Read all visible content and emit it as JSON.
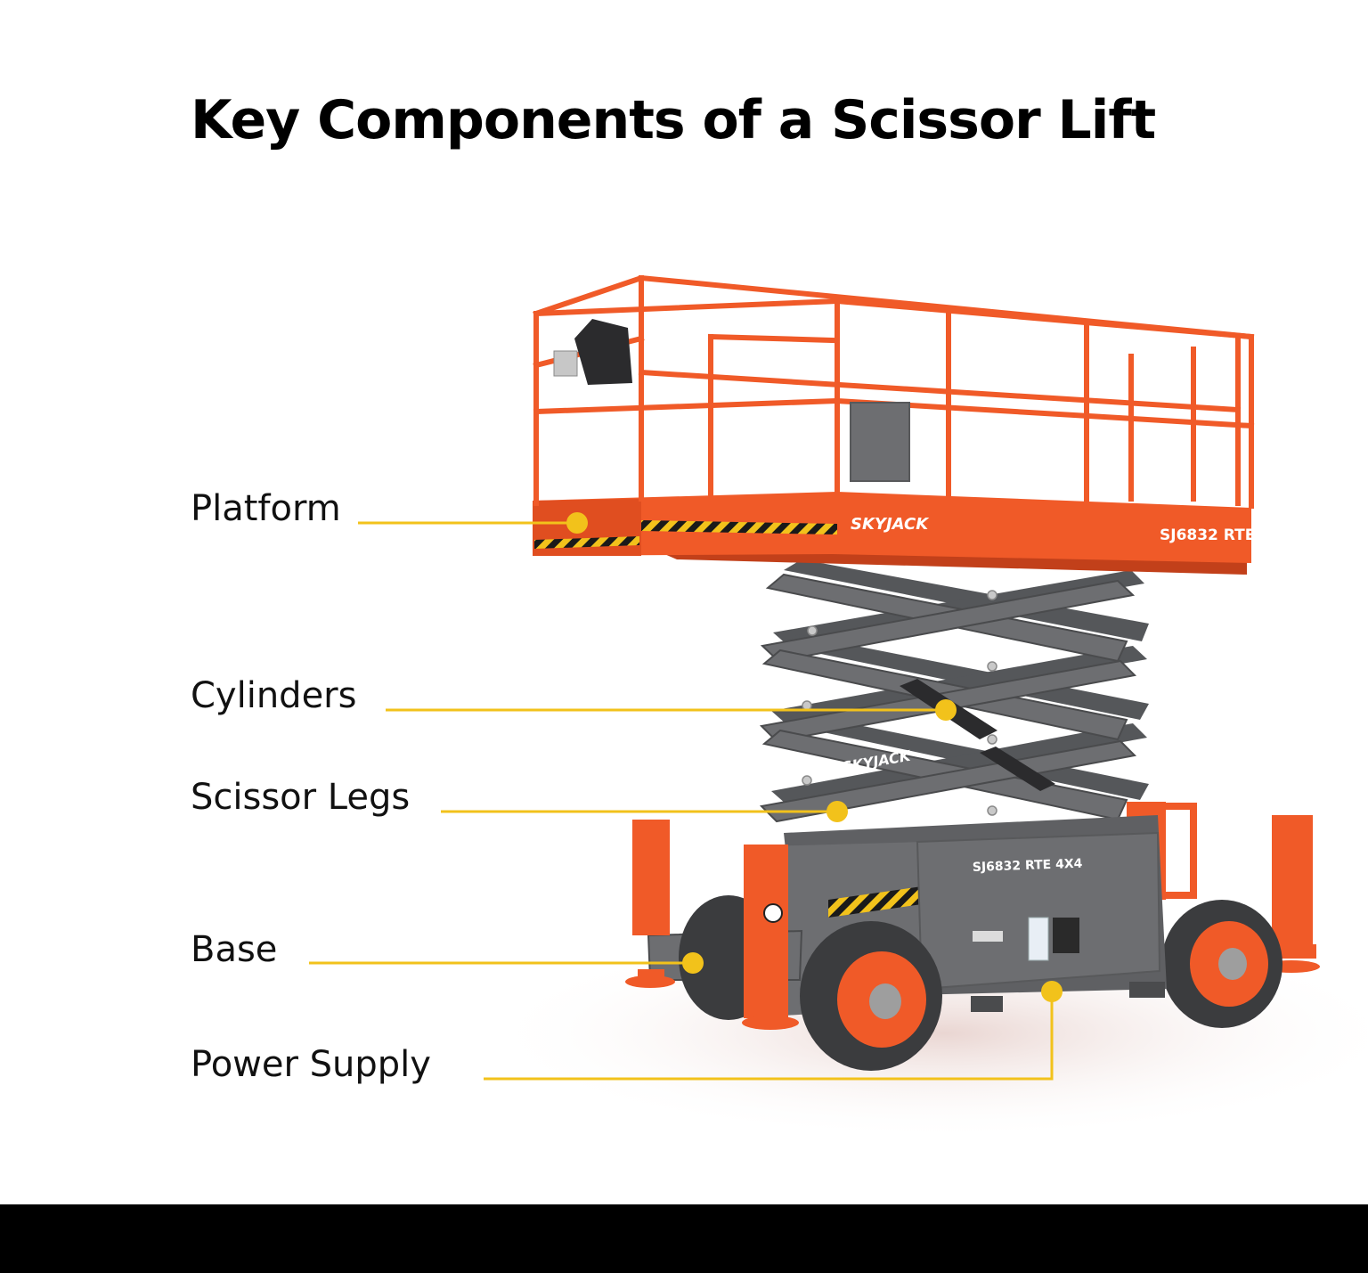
{
  "title": "Key Components of a Scissor Lift",
  "labels": {
    "platform": "Platform",
    "cylinders": "Cylinders",
    "scissor_legs": "Scissor Legs",
    "base": "Base",
    "power_supply": "Power Supply"
  },
  "machine_text": {
    "brand": "SKYJACK",
    "model": "SJ6832 RTE",
    "chassis_model": "SJ6832 RTE 4X4"
  },
  "colors": {
    "accent_callout": "#f2c21b",
    "lift_orange": "#f05a28",
    "lift_gray": "#6d6e71",
    "footer": "#000000"
  }
}
